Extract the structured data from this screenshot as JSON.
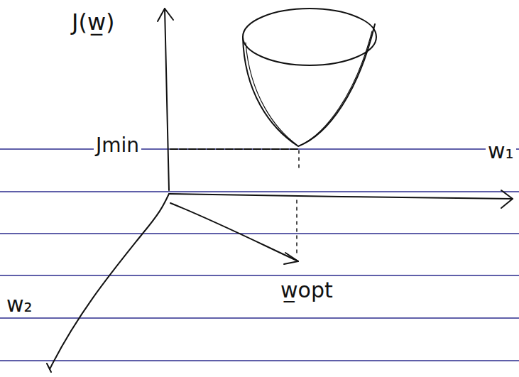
{
  "diagram": {
    "labels": [
      "J(w̲)",
      "Jmin",
      "w₁",
      "w₂",
      "w̲opt"
    ]
  }
}
